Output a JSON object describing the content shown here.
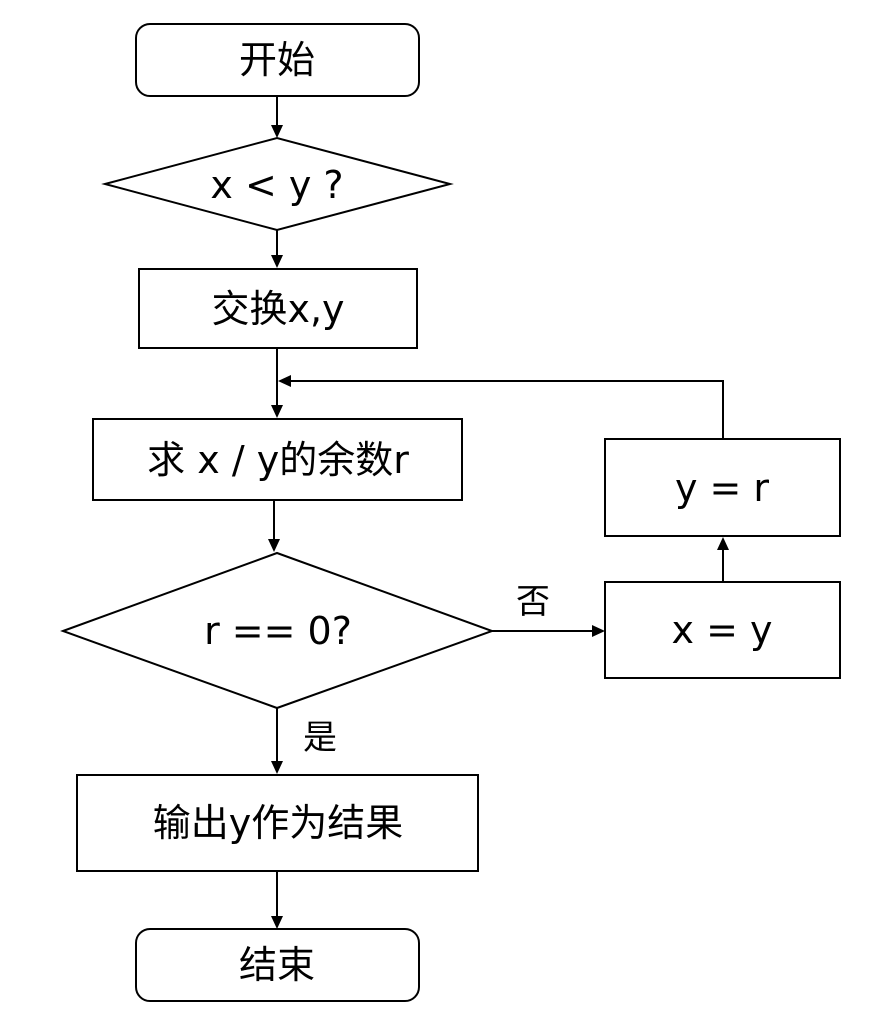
{
  "nodes": {
    "start": "开始",
    "decision_compare": "x < y ?",
    "swap": "交换x,y",
    "remainder": "求 x / y的余数r",
    "decision_zero": "r == 0?",
    "assign_x": "x = y",
    "assign_y": "y = r",
    "output": "输出y作为结果",
    "end": "结束"
  },
  "edge_labels": {
    "no": "否",
    "yes": "是"
  }
}
